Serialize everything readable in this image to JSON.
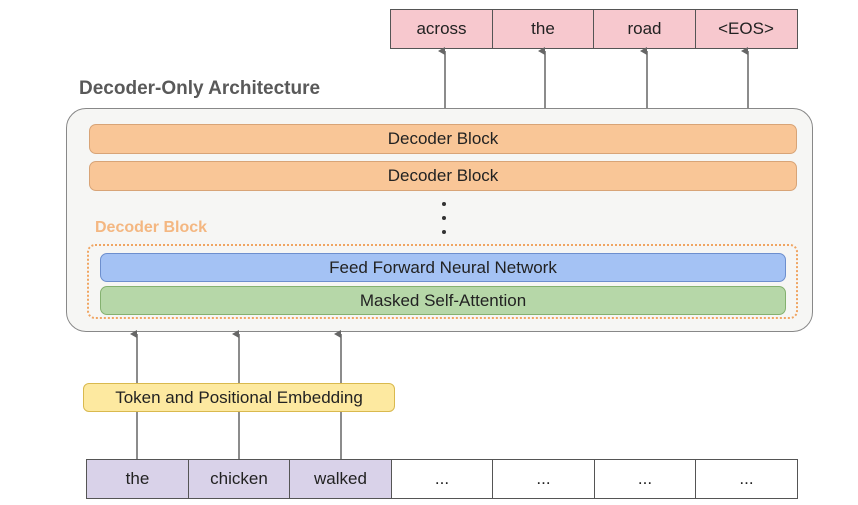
{
  "title": "Decoder-Only Architecture",
  "outputs": [
    "across",
    "the",
    "road",
    "<EOS>"
  ],
  "decoder_stack": [
    "Decoder Block",
    "Decoder Block"
  ],
  "inner_block": {
    "label": "Decoder Block",
    "layers": [
      "Feed Forward Neural Network",
      "Masked Self-Attention"
    ]
  },
  "embedding": "Token and Positional Embedding",
  "inputs": [
    "the",
    "chicken",
    "walked",
    "...",
    "...",
    "...",
    "..."
  ],
  "colors": {
    "output_fill": "#f7c8ce",
    "input_fill": "#d9d2e9",
    "decoder_block_fill": "#f9c697",
    "ffnn_fill": "#a4c2f4",
    "attention_fill": "#b6d7a8",
    "embedding_fill": "#fde9a0",
    "inner_label": "#f4b781",
    "dotted_border": "#f0a562"
  }
}
